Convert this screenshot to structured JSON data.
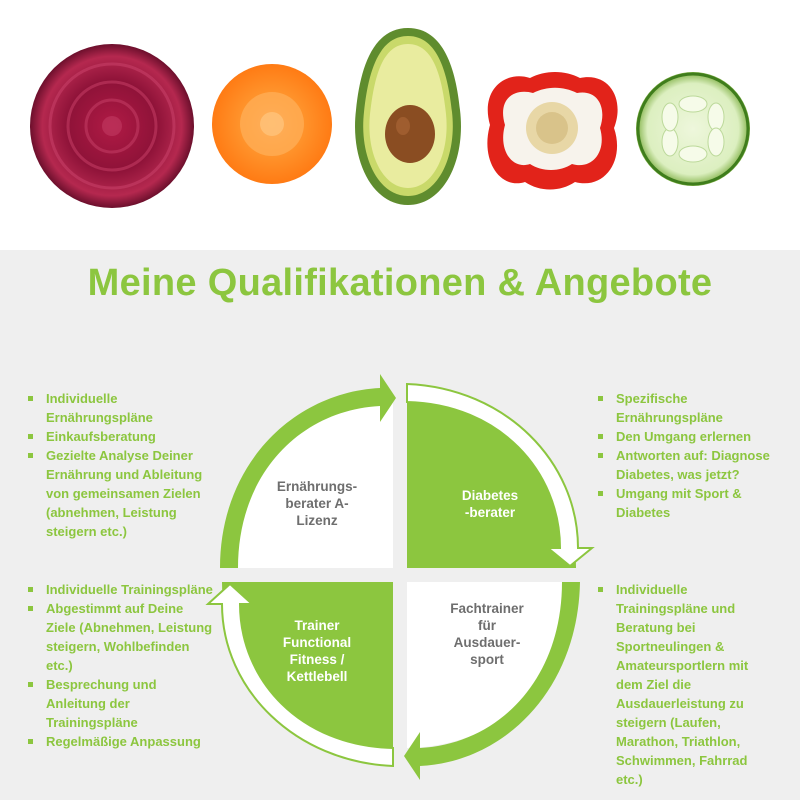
{
  "title": "Meine Qualifikationen & Angebote",
  "colors": {
    "accent": "#8cc63f",
    "panel": "#efefef",
    "text_dark": "#555555"
  },
  "hero_images": [
    "beetroot-slice",
    "carrot-slice",
    "avocado-half",
    "red-pepper-slice",
    "cucumber-slice"
  ],
  "quadrants": {
    "top_left": {
      "label_lines": [
        "Ernährungs-",
        "berater A-",
        "Lizenz"
      ]
    },
    "top_right": {
      "label_lines": [
        "Diabetes",
        "-berater"
      ]
    },
    "bottom_left": {
      "label_lines": [
        "Trainer",
        "Functional",
        "Fitness /",
        "Kettlebell"
      ]
    },
    "bottom_right": {
      "label_lines": [
        "Fachtrainer",
        "für",
        "Ausdauer-",
        "sport"
      ]
    }
  },
  "lists": {
    "top_left": [
      "Individuelle Ernährungspläne",
      "Einkaufsberatung",
      "Gezielte Analyse Deiner Ernährung und Ableitung von gemeinsamen Zielen (abnehmen, Leistung steigern etc.)"
    ],
    "top_right": [
      "Spezifische Ernährungspläne",
      "Den Umgang erlernen",
      "Antworten auf: Diagnose Diabetes, was jetzt?",
      "Umgang mit Sport & Diabetes"
    ],
    "bottom_left": [
      "Individuelle Trainingspläne",
      "Abgestimmt auf Deine Ziele (Abnehmen, Leistung steigern, Wohlbefinden etc.)",
      "Besprechung und Anleitung der Trainingspläne",
      "Regelmäßige Anpassung"
    ],
    "bottom_right": [
      "Individuelle Trainingspläne und Beratung bei Sportneulingen & Amateursportlern mit dem Ziel die Ausdauerleistung zu steigern (Laufen, Marathon, Triathlon, Schwimmen, Fahrrad etc.)"
    ]
  }
}
